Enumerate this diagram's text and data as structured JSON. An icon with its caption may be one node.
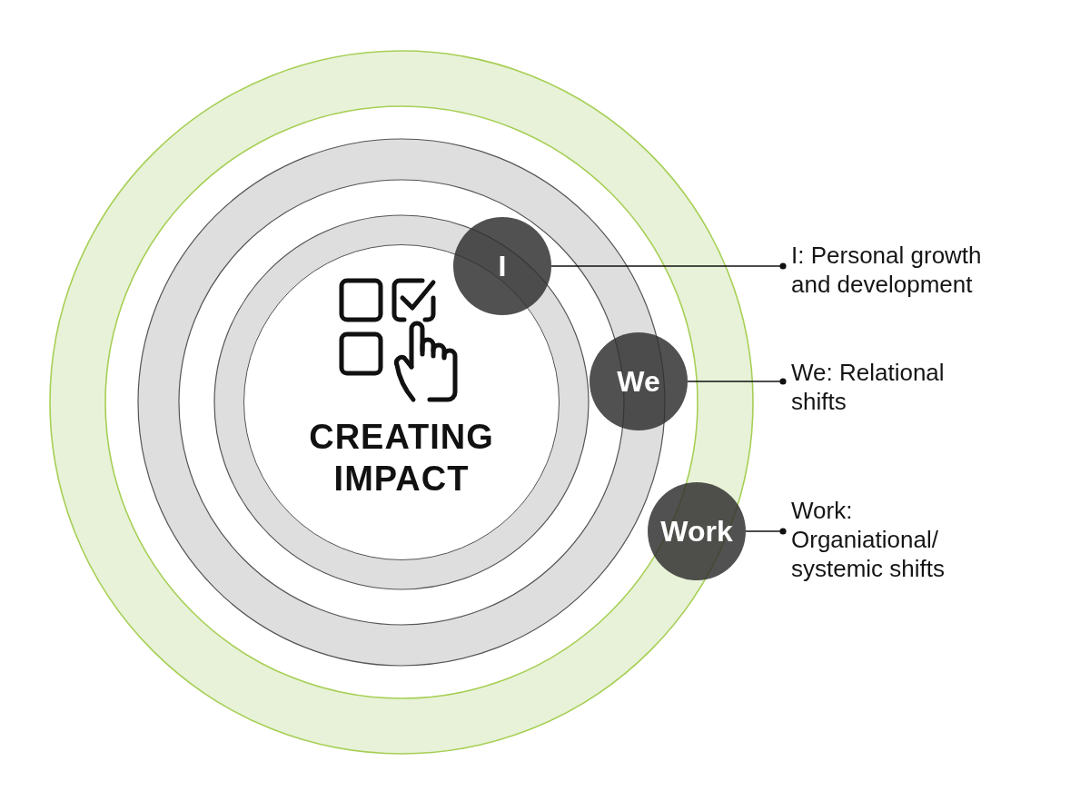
{
  "diagram": {
    "nodes": [
      {
        "text": [
          "CREATING IMPACT"
        ]
      },
      {
        "text": [
          "I"
        ]
      },
      {
        "text": [
          "We"
        ]
      },
      {
        "text": [
          "Work"
        ]
      },
      {
        "text": [
          "I: Personal growth and development"
        ]
      },
      {
        "text": [
          "We: Relational shifts"
        ]
      },
      {
        "text": [
          "Work: Organiational/ systemic shifts"
        ]
      }
    ],
    "edges": [
      {
        "from": 1,
        "to": 4,
        "arrow": "other"
      },
      {
        "from": 2,
        "to": 5,
        "arrow": "other"
      },
      {
        "from": 3,
        "to": 6,
        "arrow": "other"
      }
    ]
  }
}
